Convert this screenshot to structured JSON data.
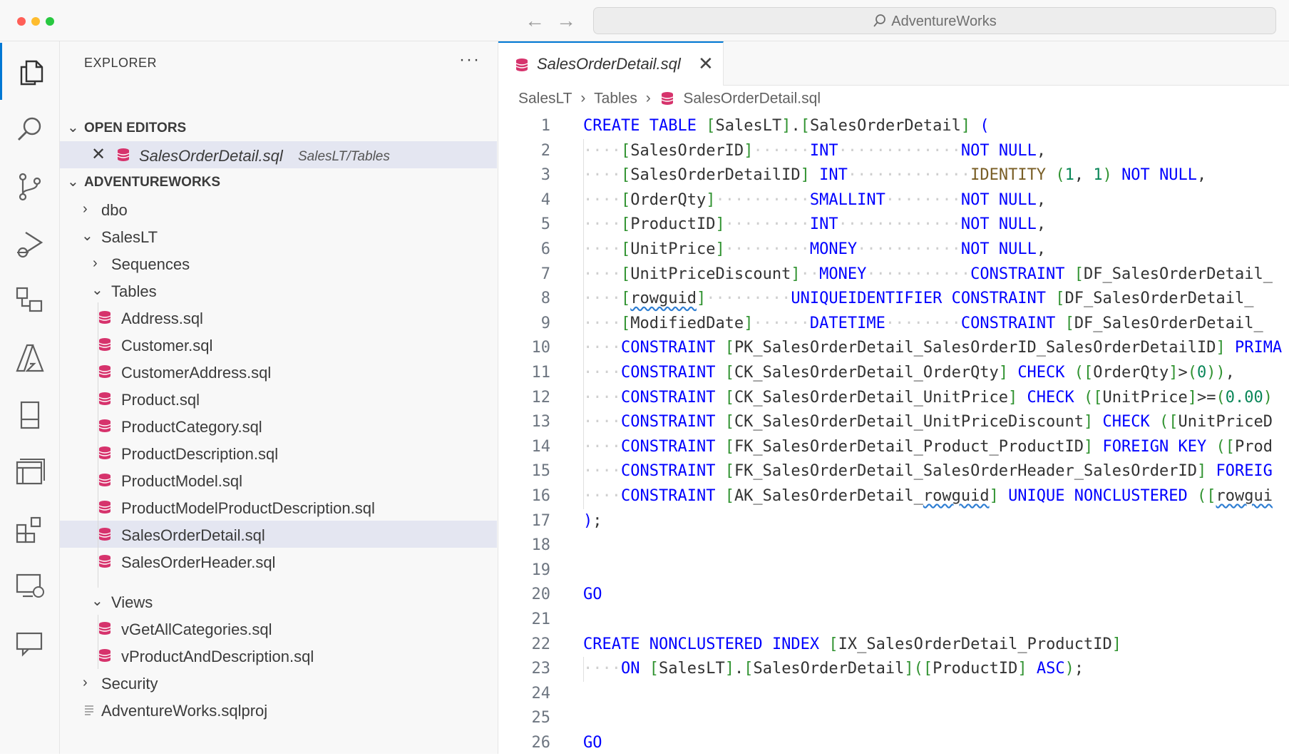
{
  "window": {
    "search_label": "AdventureWorks",
    "traffic_colors": [
      "#ff5f57",
      "#febc2e",
      "#28c840"
    ]
  },
  "activity_bar": {
    "items": [
      "explorer-icon",
      "search-icon",
      "source-control-icon",
      "run-debug-icon",
      "extensions-connections-icon",
      "azure-icon",
      "book-icon",
      "database-projects-icon",
      "extensions-icon",
      "remote-explorer-icon",
      "chat-icon"
    ]
  },
  "sidebar": {
    "title": "EXPLORER",
    "more": "···",
    "open_editors": {
      "header": "OPEN EDITORS",
      "items": [
        {
          "name": "SalesOrderDetail.sql",
          "path": "SalesLT/Tables"
        }
      ]
    },
    "project": {
      "header": "ADVENTUREWORKS",
      "dbo": "dbo",
      "saleslt": "SalesLT",
      "sequences": "Sequences",
      "tables": "Tables",
      "table_files": [
        "Address.sql",
        "Customer.sql",
        "CustomerAddress.sql",
        "Product.sql",
        "ProductCategory.sql",
        "ProductDescription.sql",
        "ProductModel.sql",
        "ProductModelProductDescription.sql",
        "SalesOrderDetail.sql",
        "SalesOrderHeader.sql"
      ],
      "views": "Views",
      "view_files": [
        "vGetAllCategories.sql",
        "vProductAndDescription.sql"
      ],
      "security": "Security",
      "sqlproj": "AdventureWorks.sqlproj"
    }
  },
  "editor": {
    "tab": {
      "name": "SalesOrderDetail.sql"
    },
    "breadcrumb": [
      "SalesLT",
      "Tables",
      "SalesOrderDetail.sql"
    ],
    "line_numbers": [
      "1",
      "2",
      "3",
      "4",
      "5",
      "6",
      "7",
      "8",
      "9",
      "10",
      "11",
      "12",
      "13",
      "14",
      "15",
      "16",
      "17",
      "18",
      "19",
      "20",
      "21",
      "22",
      "23",
      "24",
      "25",
      "26"
    ],
    "code": {
      "l1": [
        "CREATE",
        "TABLE",
        "[",
        "SalesLT",
        "]",
        ".",
        "[",
        "SalesOrderDetail",
        "]",
        "("
      ],
      "l2": [
        "[",
        "SalesOrderID",
        "]",
        "INT",
        "NOT",
        "NULL",
        ","
      ],
      "l3": [
        "[",
        "SalesOrderDetailID",
        "]",
        "INT",
        "IDENTITY",
        "(",
        "1",
        ",",
        "1",
        ")",
        "NOT",
        "NULL",
        ","
      ],
      "l4": [
        "[",
        "OrderQty",
        "]",
        "SMALLINT",
        "NOT",
        "NULL",
        ","
      ],
      "l5": [
        "[",
        "ProductID",
        "]",
        "INT",
        "NOT",
        "NULL",
        ","
      ],
      "l6": [
        "[",
        "UnitPrice",
        "]",
        "MONEY",
        "NOT",
        "NULL",
        ","
      ],
      "l7": [
        "[",
        "UnitPriceDiscount",
        "]",
        "MONEY",
        "CONSTRAINT",
        "[",
        "DF_SalesOrderDetail_"
      ],
      "l8": [
        "[",
        "rowguid",
        "]",
        "UNIQUEIDENTIFIER",
        "CONSTRAINT",
        "[",
        "DF_SalesOrderDetail_"
      ],
      "l9": [
        "[",
        "ModifiedDate",
        "]",
        "DATETIME",
        "CONSTRAINT",
        "[",
        "DF_SalesOrderDetail_"
      ],
      "l10": [
        "CONSTRAINT",
        "[",
        "PK_SalesOrderDetail_SalesOrderID_SalesOrderDetailID",
        "]",
        "PRIMA"
      ],
      "l11": [
        "CONSTRAINT",
        "[",
        "CK_SalesOrderDetail_OrderQty",
        "]",
        "CHECK",
        "(",
        "[",
        "OrderQty",
        "]",
        ">",
        "(",
        "0",
        ")",
        ")",
        ","
      ],
      "l12": [
        "CONSTRAINT",
        "[",
        "CK_SalesOrderDetail_UnitPrice",
        "]",
        "CHECK",
        "(",
        "[",
        "UnitPrice",
        "]",
        ">=",
        "(",
        "0.00",
        ")"
      ],
      "l13": [
        "CONSTRAINT",
        "[",
        "CK_SalesOrderDetail_UnitPriceDiscount",
        "]",
        "CHECK",
        "(",
        "[",
        "UnitPriceD"
      ],
      "l14": [
        "CONSTRAINT",
        "[",
        "FK_SalesOrderDetail_Product_ProductID",
        "]",
        "FOREIGN",
        "KEY",
        "(",
        "[",
        "Prod"
      ],
      "l15": [
        "CONSTRAINT",
        "[",
        "FK_SalesOrderDetail_SalesOrderHeader_SalesOrderID",
        "]",
        "FOREIG"
      ],
      "l16": [
        "CONSTRAINT",
        "[",
        "AK_SalesOrderDetail_",
        "rowguid",
        "]",
        "UNIQUE",
        "NONCLUSTERED",
        "(",
        "[",
        "rowgui"
      ],
      "l17": [
        ")",
        ";"
      ],
      "l20": [
        "GO"
      ],
      "l22": [
        "CREATE",
        "NONCLUSTERED",
        "INDEX",
        "[",
        "IX_SalesOrderDetail_ProductID",
        "]"
      ],
      "l23": [
        "ON",
        "[",
        "SalesLT",
        "]",
        ".",
        "[",
        "SalesOrderDetail",
        "]",
        "(",
        "[",
        "ProductID",
        "]",
        "ASC",
        ")",
        ";"
      ],
      "l26": [
        "GO"
      ]
    }
  }
}
